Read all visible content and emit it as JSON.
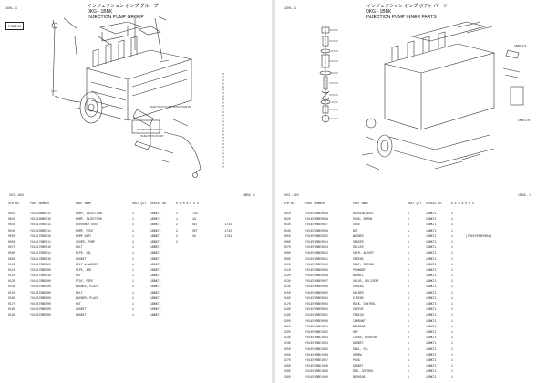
{
  "left_page": {
    "page_ref": "16N - 1",
    "title_jp": "インジェクション ポンプ グループ",
    "title_code": "0KG - 1BBK",
    "title_en": "INJECTION PUMP GROUP",
    "badge": "P68T44",
    "callouts": [
      "INJECTION PUMP BODY PARTS",
      "GOVERNOR PARTS",
      "INJECTION PUMP"
    ],
    "footer_left": "0K3 - 16N",
    "footer_right": "1BBK - 1",
    "table": {
      "headers": [
        "SYM NO.",
        "PART NUMBER",
        "PART NAME",
        "UNIT QTY",
        "SERIAL NO.",
        "R E M A R K S"
      ],
      "rows": [
        [
          "0010",
          "YU16100BE711",
          "PUMP, INJECTION",
          "1",
          "1BBK71",
          "1",
          "742",
          ""
        ],
        [
          "0020",
          "YU16100BE710",
          "PUMP, INJECTION",
          "1",
          "1BBK71",
          "1",
          "1A",
          ""
        ],
        [
          "0030",
          "YU16170BE711",
          "GOVERNOR ASSY",
          "1",
          "1BBK71",
          "2",
          "SET",
          "1741"
        ],
        [
          "0040",
          "YU16100BE711",
          "PUMP, FEED",
          "1",
          "1BBK71",
          "2",
          "SET",
          "1742"
        ],
        [
          "0050",
          "YU16170BE310",
          "PUMP ASSY",
          "1",
          "1BBK71",
          "2",
          "2A",
          "1741"
        ],
        [
          "0060",
          "YU16170BE211",
          "COVER, PUMP",
          "1",
          "1BBK71",
          "2",
          "",
          ""
        ],
        [
          "0070",
          "YU16170BE210",
          "BOLT",
          "1",
          "1BBK71",
          "",
          "",
          ""
        ],
        [
          "0080",
          "YU16170BE011",
          "PIPE, OIL",
          "1",
          "1BBK71",
          "",
          "",
          ""
        ],
        [
          "0090",
          "YU16170BE010",
          "GASKET",
          "1",
          "1BBK71",
          "",
          "",
          ""
        ],
        [
          "0100",
          "YU16170BE020",
          "BOLT W/WASHER",
          "1",
          "1BBK71",
          "",
          "",
          ""
        ],
        [
          "0110",
          "YU16170BE200",
          "PIPE, AIR",
          "1",
          "1BBK71",
          "",
          "",
          ""
        ],
        [
          "0120",
          "YU16170BE010",
          "NUT",
          "1",
          "1BBK71",
          "",
          "",
          ""
        ],
        [
          "0130",
          "YU16170BE100",
          "STAY, PIPE",
          "1",
          "1BBK71",
          "",
          "",
          ""
        ],
        [
          "0140",
          "YU16570BE500",
          "WASHER, PLAIN",
          "1",
          "1BBK71",
          "",
          "",
          ""
        ],
        [
          "0150",
          "YU16570BE400",
          "BOLT",
          "1",
          "1BBK71",
          "",
          "",
          ""
        ],
        [
          "0160",
          "YU16570BE300",
          "WASHER, PLAIN",
          "1",
          "1BBK71",
          "",
          "",
          ""
        ],
        [
          "0170",
          "YU16570BE200",
          "NUT",
          "1",
          "1BBK71",
          "",
          "",
          ""
        ],
        [
          "0180",
          "YU16570BE100",
          "GASKET",
          "1",
          "1BBK71",
          "",
          "",
          ""
        ],
        [
          "0190",
          "YU16570BE000",
          "GASKET",
          "1",
          "1BBK71",
          "",
          "",
          ""
        ]
      ]
    }
  },
  "right_page": {
    "page_ref": "16N - 1",
    "title_jp": "インジェクション ポンプ ボディ パーツ",
    "title_code": "0KG - 1BBK",
    "title_en": "INJECTION PUMP INNER PARTS",
    "footer_left": "0K3 - 16N",
    "footer_right": "1BBK - 1",
    "callouts": [
      "1BBK-471",
      "1BBK-471"
    ],
    "table": {
      "headers": [
        "SYM NO.",
        "PART NUMBER",
        "PART NAME",
        "UNIT QTY",
        "SERIAL NO.",
        "R E M A R K S"
      ],
      "rows": [
        [
          "0010",
          "YU16700BE0019",
          "HOUSING ASSY",
          "1",
          "1BBK71",
          "1",
          "",
          ""
        ],
        [
          "0020",
          "YU16700BE0018",
          "PLUG, SCREW",
          "1",
          "1BBK71",
          "1",
          "",
          ""
        ],
        [
          "0030",
          "YU16700BE0017",
          "STUD",
          "1",
          "1BBK71",
          "1",
          "",
          ""
        ],
        [
          "0040",
          "YU16700BE0016",
          "NUT",
          "1",
          "1BBK71",
          "1",
          "",
          ""
        ],
        [
          "0050",
          "YU16700BE0015",
          "WASHER",
          "1",
          "1BBK71",
          "1",
          "",
          "(YU16700BE0001)"
        ],
        [
          "0060",
          "YU16700BE0014",
          "SPACER",
          "1",
          "1BBK71",
          "1",
          "",
          ""
        ],
        [
          "0070",
          "YU16700BE0013",
          "ROLLER",
          "1",
          "1BBK71",
          "1",
          "",
          ""
        ],
        [
          "0080",
          "YU16700BE0012",
          "SHIM, ADJUST",
          "1",
          "1BBK71",
          "1",
          "",
          ""
        ],
        [
          "0090",
          "YU16700BE0011",
          "SPRING",
          "1",
          "1BBK71",
          "1",
          "",
          ""
        ],
        [
          "0100",
          "YU16700BE0010",
          "SEAT, SPRING",
          "1",
          "1BBK71",
          "1",
          "",
          ""
        ],
        [
          "0110",
          "YU16700BE0009",
          "PLUNGER",
          "1",
          "1BBK71",
          "1",
          "",
          ""
        ],
        [
          "0120",
          "YU16700BE0008",
          "BARREL",
          "1",
          "1BBK71",
          "1",
          "",
          ""
        ],
        [
          "0130",
          "YU16700BE0007",
          "VALVE, DELIVERY",
          "1",
          "1BBK71",
          "1",
          "",
          ""
        ],
        [
          "0140",
          "YU16700BE0006",
          "SPRING",
          "1",
          "1BBK71",
          "1",
          "",
          ""
        ],
        [
          "0150",
          "YU16700BE0005",
          "HOLDER",
          "1",
          "1BBK71",
          "1",
          "",
          ""
        ],
        [
          "0160",
          "YU16700BE0004",
          "O-RING",
          "1",
          "1BBK71",
          "1",
          "",
          ""
        ],
        [
          "0170",
          "YU16700BE0003",
          "RACK, CONTROL",
          "1",
          "1BBK71",
          "1",
          "",
          ""
        ],
        [
          "0180",
          "YU16700BE0002",
          "SLEEVE",
          "1",
          "1BBK71",
          "1",
          "",
          ""
        ],
        [
          "0190",
          "YU16700BE0001",
          "PINION",
          "1",
          "1BBK71",
          "1",
          "",
          ""
        ],
        [
          "0200",
          "YU16700BE0000",
          "CAMSHAFT",
          "1",
          "1BBK71",
          "1",
          "",
          ""
        ],
        [
          "0210",
          "YU16700BE1001",
          "BEARING",
          "1",
          "1BBK71",
          "1",
          "",
          ""
        ],
        [
          "0220",
          "YU16700BE1002",
          "KEY",
          "1",
          "1BBK71",
          "1",
          "",
          ""
        ],
        [
          "0230",
          "YU16700BE1003",
          "COVER, BEARING",
          "1",
          "1BBK71",
          "1",
          "",
          ""
        ],
        [
          "0240",
          "YU16700BE1004",
          "GASKET",
          "1",
          "1BBK71",
          "1",
          "",
          ""
        ],
        [
          "0250",
          "YU16700BE1005",
          "SEAL, OIL",
          "1",
          "1BBK71",
          "1",
          "",
          ""
        ],
        [
          "0260",
          "YU16700BE1006",
          "SCREW",
          "1",
          "1BBK71",
          "1",
          "",
          ""
        ],
        [
          "0270",
          "YU16700BE1007",
          "PLUG",
          "1",
          "1BBK71",
          "1",
          "",
          ""
        ],
        [
          "0280",
          "YU16700BE1008",
          "GASKET",
          "1",
          "1BBK71",
          "1",
          "",
          ""
        ],
        [
          "0290",
          "YU16700BE1009",
          "ROD, CONTROL",
          "1",
          "1BBK71",
          "1",
          "",
          ""
        ],
        [
          "0300",
          "YU16700BE1010",
          "BUSHING",
          "1",
          "1BBK71",
          "1",
          "",
          ""
        ]
      ]
    }
  }
}
